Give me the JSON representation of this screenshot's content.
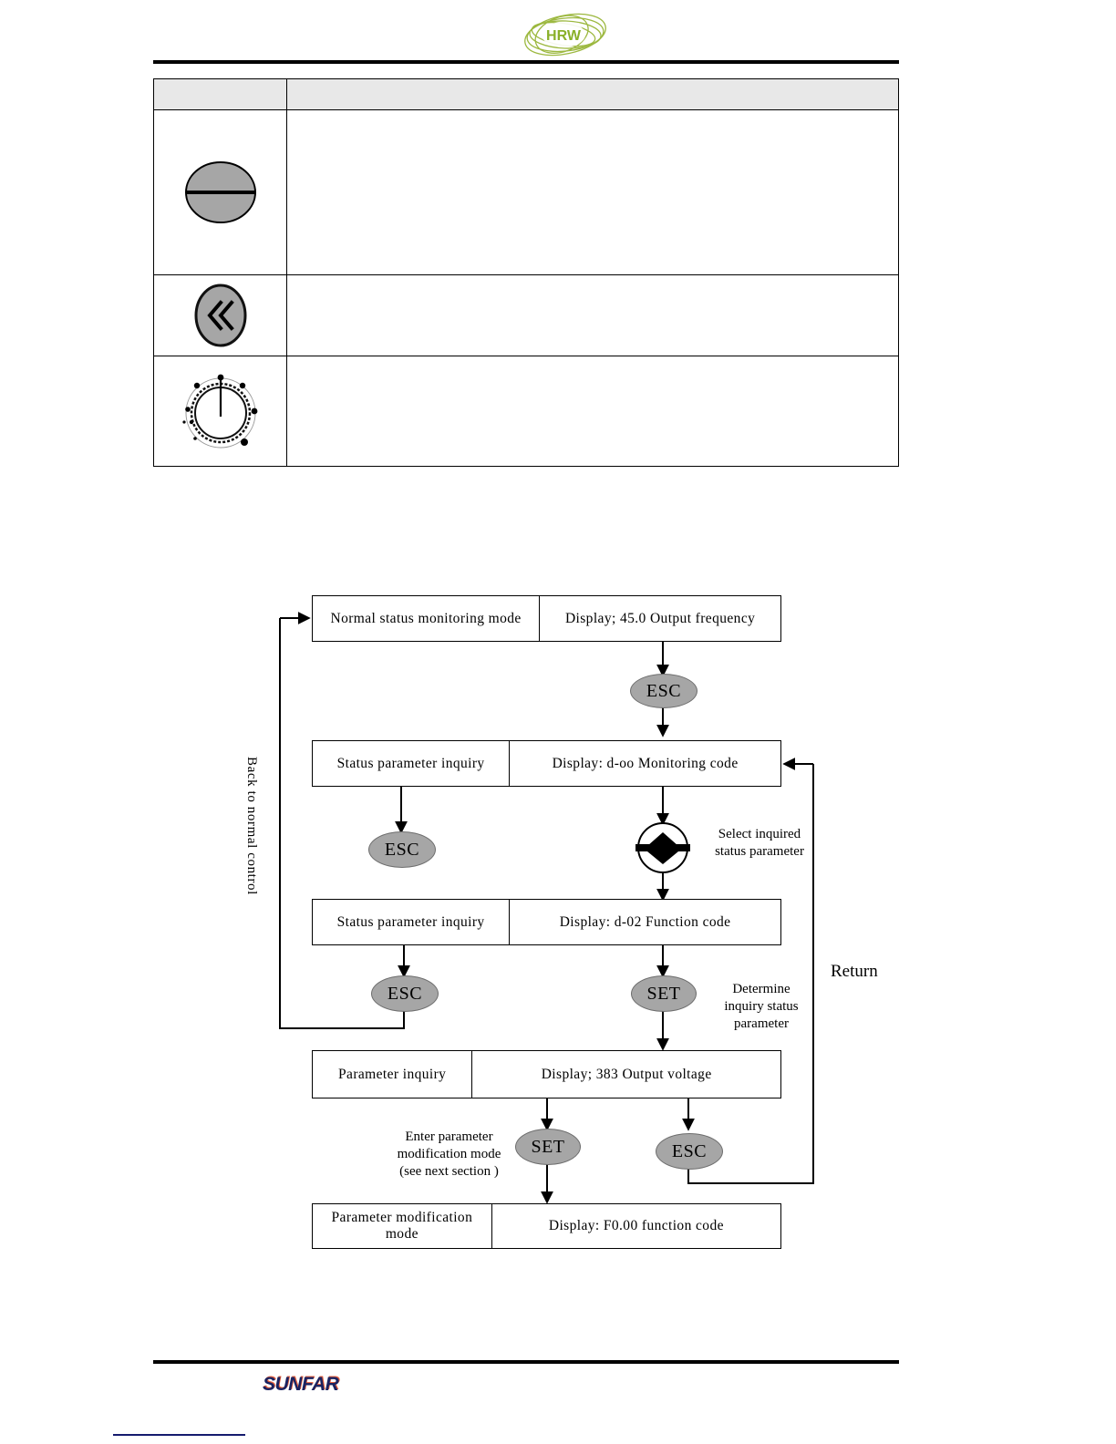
{
  "header": {
    "logo_text": "HRW",
    "logo_color": "#8ab029"
  },
  "key_table": {
    "header": {
      "col_icon": "",
      "col_desc": ""
    },
    "rows": [
      {
        "icon": "stop-key-icon",
        "desc": ""
      },
      {
        "icon": "shift-left-key-icon",
        "desc": ""
      },
      {
        "icon": "rotary-knob-icon",
        "desc": ""
      }
    ]
  },
  "flowchart": {
    "steps": [
      {
        "id": "normal-status",
        "left": "Normal  status  monitoring   mode",
        "right": "Display; 45.0  Output  frequency"
      },
      {
        "id": "status-param-inquiry-1",
        "left": "Status  parameter  inquiry",
        "right": "Display: d-oo  Monitoring  code"
      },
      {
        "id": "status-param-inquiry-2",
        "left": "Status  parameter  inquiry",
        "right": "Display: d-02    Function  code"
      },
      {
        "id": "parameter-inquiry",
        "left": "Parameter  inquiry",
        "right": "Display; 383  Output  voltage"
      },
      {
        "id": "parameter-modification",
        "left": "Parameter  modification  mode",
        "right": "Display: F0.00  function  code"
      }
    ],
    "keys": {
      "esc": "ESC",
      "set": "SET"
    },
    "notes": {
      "select_inquired": "Select  inquired\nstatus  parameter",
      "determine_inquiry": "Determine\ninquiry  status\nparameter",
      "enter_modification": "Enter  parameter\nmodification  mode\n(see next  section )"
    },
    "labels": {
      "back_to_normal": "Back  to  normal  control",
      "return": "Return"
    }
  },
  "footer": {
    "logo_text": "SUNFAR",
    "logo_color_primary": "#1b2360",
    "logo_color_accent": "#e8603c"
  }
}
